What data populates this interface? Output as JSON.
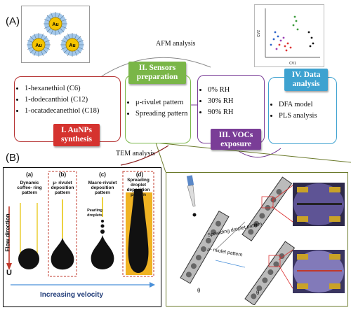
{
  "panel_a": {
    "label": "(A)",
    "au_label": "Au",
    "afm_label": "AFM analysis",
    "tem_label": "TEM analysis",
    "scatter": {
      "x_axis_label": "CV1",
      "y_axis_label": "CV2"
    },
    "boxes": [
      {
        "title": "I. AuNPs synthesis",
        "color": "#d5332f",
        "items": [
          "1-hexanethiol (C6)",
          "1-dodecanthiol (C12)",
          "1-ocatadecanethiol (C18)"
        ]
      },
      {
        "title": "II. Sensors preparation",
        "color": "#7ab648",
        "items": [
          "μ-rivulet pattern",
          "Spreading pattern"
        ]
      },
      {
        "title": "III. VOCs exposure",
        "color": "#7a3d97",
        "items": [
          "0% RH",
          "30% RH",
          "90% RH"
        ]
      },
      {
        "title": "IV. Data analysis",
        "color": "#3ea2d0",
        "items": [
          "DFA model",
          "PLS analysis"
        ]
      }
    ]
  },
  "panel_b": {
    "label": "(B)",
    "columns": [
      {
        "letter": "(a)",
        "title": "Dynamic coffee- ring pattern"
      },
      {
        "letter": "(b)",
        "title": "μ- rivulet deposition pattern"
      },
      {
        "letter": "(c)",
        "title": "Macro-rivulet deposition pattern"
      },
      {
        "letter": "(d)",
        "title": "Spreading droplet deposition pattern"
      }
    ],
    "pearling_label": "Pearling droplets",
    "flow_direction_label": "Flow direction",
    "u_label": "U",
    "velocity_label": "Increasing velocity",
    "photo": {
      "spreading_label": "Spreading droplet pattern",
      "rivulet_label": "μ- rivulet pattern",
      "theta": "θ"
    }
  }
}
